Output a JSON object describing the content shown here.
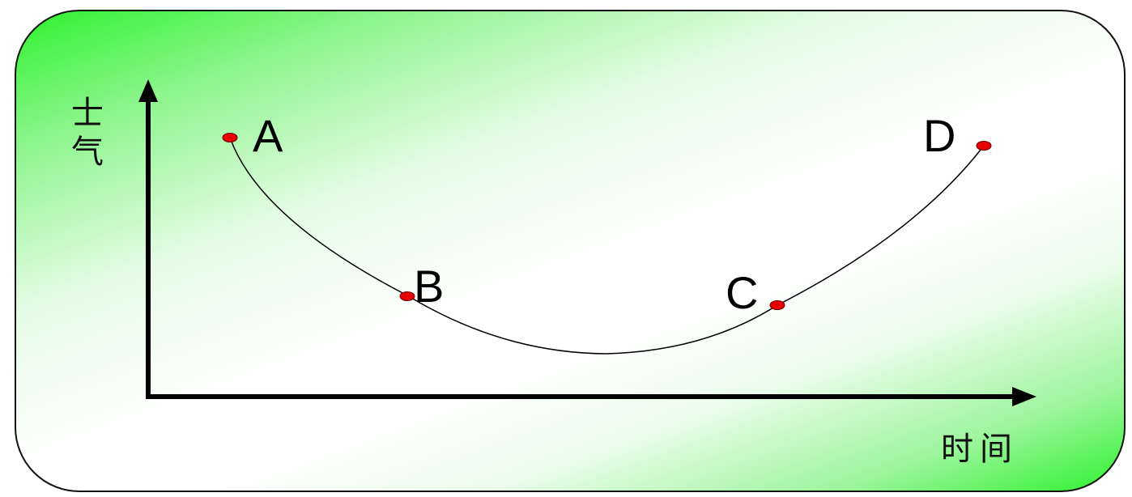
{
  "diagram": {
    "y_axis_title": "士气",
    "x_axis_title": "时间",
    "points": [
      {
        "id": "a",
        "label": "A"
      },
      {
        "id": "b",
        "label": "B"
      },
      {
        "id": "c",
        "label": "C"
      },
      {
        "id": "d",
        "label": "D"
      }
    ]
  },
  "colors": {
    "gradient_green": "#2ef22e",
    "background_white": "#ffffff",
    "axis": "#000000",
    "curve": "#000000",
    "point_fill": "#e60000"
  }
}
